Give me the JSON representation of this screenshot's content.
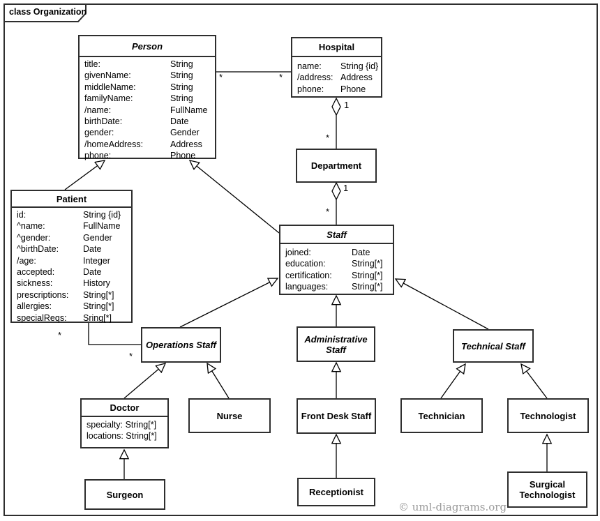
{
  "frame": {
    "label": "class Organization"
  },
  "copyright": "© uml-diagrams.org",
  "colors": {
    "line": "#000000",
    "box_border": "#2e2e2e",
    "box_background": "#ffffff",
    "copyright_text": "#9a9a9a"
  },
  "classes": {
    "person": {
      "name": "Person",
      "abstract": true,
      "attrs": [
        {
          "n": "title:",
          "t": "String"
        },
        {
          "n": "givenName:",
          "t": "String"
        },
        {
          "n": "middleName:",
          "t": "String"
        },
        {
          "n": "familyName:",
          "t": "String"
        },
        {
          "n": "/name:",
          "t": "FullName"
        },
        {
          "n": "birthDate:",
          "t": "Date"
        },
        {
          "n": "gender:",
          "t": "Gender"
        },
        {
          "n": "/homeAddress:",
          "t": "Address"
        },
        {
          "n": "phone:",
          "t": "Phone"
        }
      ]
    },
    "hospital": {
      "name": "Hospital",
      "abstract": false,
      "attrs": [
        {
          "n": "name:",
          "t": "String {id}"
        },
        {
          "n": "/address:",
          "t": "Address"
        },
        {
          "n": "phone:",
          "t": "Phone"
        }
      ]
    },
    "patient": {
      "name": "Patient",
      "abstract": false,
      "attrs": [
        {
          "n": "id:",
          "t": "String {id}"
        },
        {
          "n": "^name:",
          "t": "FullName"
        },
        {
          "n": "^gender:",
          "t": "Gender"
        },
        {
          "n": "^birthDate:",
          "t": "Date"
        },
        {
          "n": "/age:",
          "t": "Integer"
        },
        {
          "n": "accepted:",
          "t": "Date"
        },
        {
          "n": "sickness:",
          "t": "History"
        },
        {
          "n": "prescriptions:",
          "t": "String[*]"
        },
        {
          "n": "allergies:",
          "t": "String[*]"
        },
        {
          "n": "specialReqs:",
          "t": "Sring[*]"
        }
      ]
    },
    "department": {
      "name": "Department",
      "abstract": false
    },
    "staff": {
      "name": "Staff",
      "abstract": true,
      "attrs": [
        {
          "n": "joined:",
          "t": "Date"
        },
        {
          "n": "education:",
          "t": "String[*]"
        },
        {
          "n": "certification:",
          "t": "String[*]"
        },
        {
          "n": "languages:",
          "t": "String[*]"
        }
      ]
    },
    "operations_staff": {
      "name": "Operations Staff",
      "abstract": true
    },
    "administrative_staff": {
      "name": "Administrative Staff",
      "abstract": true
    },
    "technical_staff": {
      "name": "Technical Staff",
      "abstract": true
    },
    "doctor": {
      "name": "Doctor",
      "abstract": false,
      "attrs": [
        {
          "n": "specialty: String[*]"
        },
        {
          "n": "locations: String[*]"
        }
      ]
    },
    "nurse": {
      "name": "Nurse",
      "abstract": false
    },
    "front_desk_staff": {
      "name": "Front Desk Staff",
      "abstract": false
    },
    "technician": {
      "name": "Technician",
      "abstract": false
    },
    "technologist": {
      "name": "Technologist",
      "abstract": false
    },
    "surgeon": {
      "name": "Surgeon",
      "abstract": false
    },
    "receptionist": {
      "name": "Receptionist",
      "abstract": false
    },
    "surgical_technologist": {
      "name": "Surgical Technologist",
      "abstract": false
    }
  },
  "multiplicities": {
    "person_hospital_person_end": "*",
    "person_hospital_hospital_end": "*",
    "hospital_department_hospital_end": "1",
    "hospital_department_department_end": "*",
    "department_staff_department_end": "1",
    "department_staff_staff_end": "*",
    "patient_ops_patient_end": "*",
    "patient_ops_ops_end": "*"
  }
}
